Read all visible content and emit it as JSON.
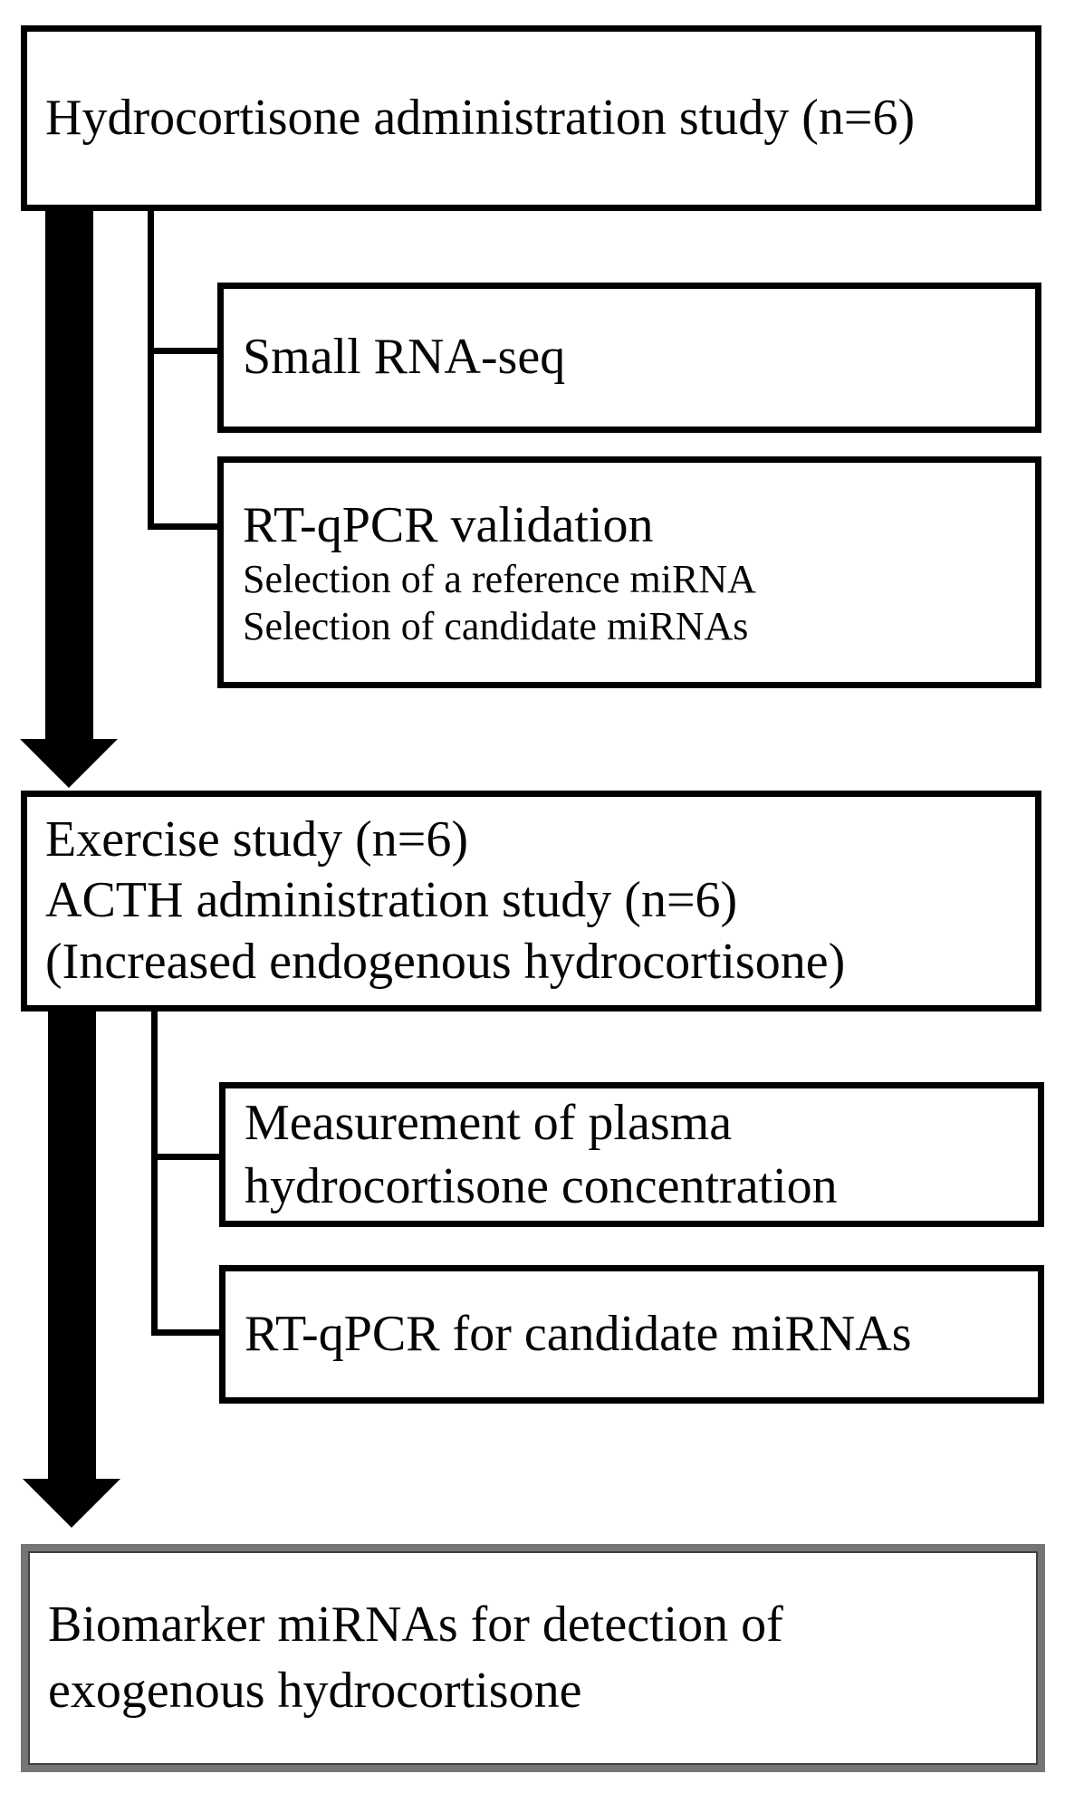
{
  "figure": {
    "type": "flowchart",
    "background": "#ffffff",
    "line_color": "#000000",
    "final_box_border_color": "#757575",
    "final_box_inner_border_color": "#3f3f3f"
  },
  "boxes": {
    "hydrocortisone_study": {
      "text": "Hydrocortisone administration study (n=6)"
    },
    "small_rna_seq": {
      "text": "Small RNA-seq"
    },
    "rtqpcr_validation": {
      "title": "RT-qPCR validation",
      "lines": [
        "Selection of a reference miRNA",
        "Selection of candidate miRNAs"
      ]
    },
    "exercise_acth": {
      "lines": [
        "Exercise study (n=6)",
        "ACTH administration study (n=6)",
        "(Increased endogenous hydrocortisone)"
      ]
    },
    "plasma_measurement": {
      "lines": [
        "Measurement of plasma",
        "hydrocortisone concentration"
      ]
    },
    "rtqpcr_candidate": {
      "text": "RT-qPCR for candidate miRNAs"
    },
    "biomarker_outcome": {
      "lines": [
        "Biomarker miRNAs for detection of",
        "exogenous hydrocortisone"
      ]
    }
  }
}
